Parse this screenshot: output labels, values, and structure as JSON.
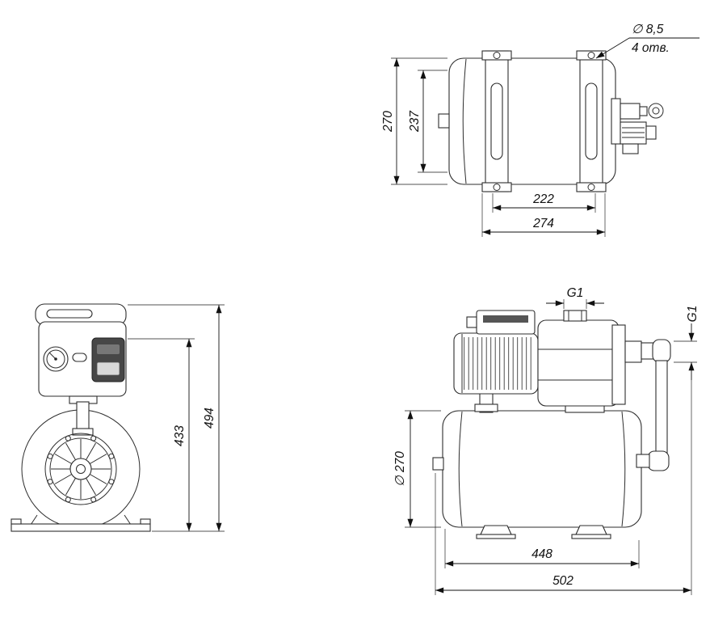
{
  "title": "pump-station-dimensional-drawing",
  "views": {
    "tank": {
      "label": "tank-side-view",
      "dims": {
        "holes_diameter": "∅ 8,5",
        "holes_count": "4 отв.",
        "overall_height": "270",
        "shell_height": "237",
        "feet_spacing": "222",
        "overall_length": "274"
      }
    },
    "front": {
      "label": "pump-front-view",
      "dims": {
        "body_height": "433",
        "overall_height": "494"
      }
    },
    "side": {
      "label": "pump-side-view",
      "dims": {
        "outlet_thread": "G1",
        "inlet_thread": "G1",
        "tank_diameter": "∅ 270",
        "feet_length": "448",
        "overall_length": "502"
      }
    }
  }
}
